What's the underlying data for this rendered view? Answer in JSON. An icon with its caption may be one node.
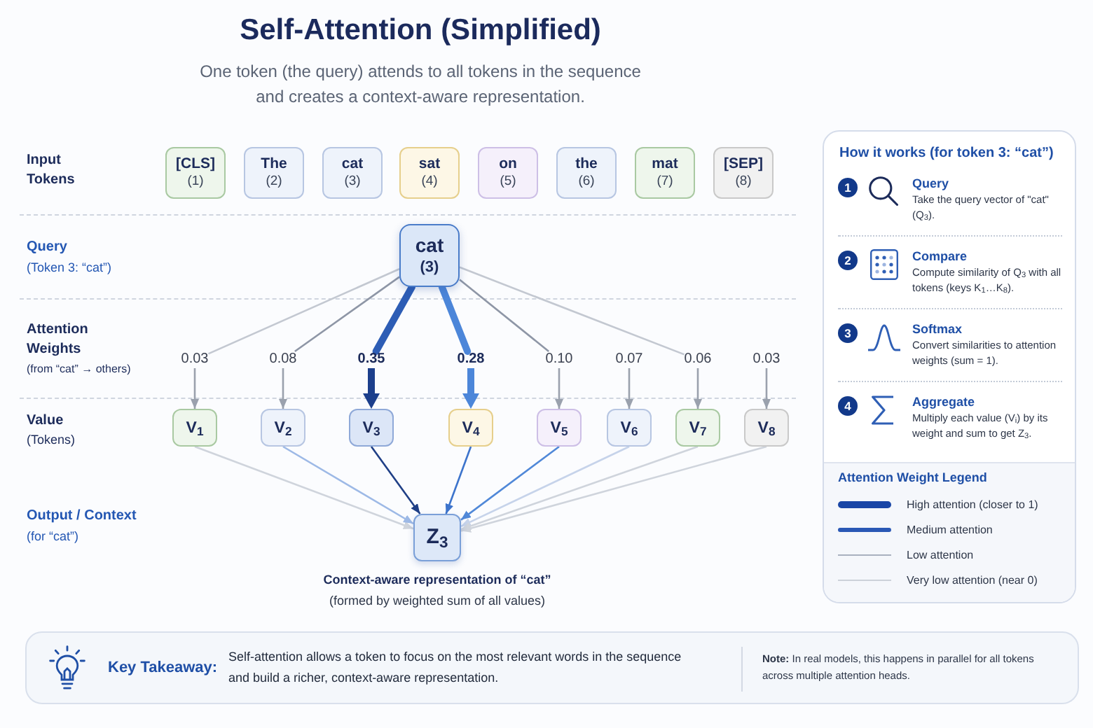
{
  "diagram": {
    "title": "Self-Attention (Simplified)",
    "nodes": [
      {
        "text": [
          "[CLS]",
          "(1)"
        ]
      },
      {
        "text": [
          "The",
          "(2)"
        ]
      },
      {
        "text": [
          "cat",
          "(3)"
        ]
      },
      {
        "text": [
          "sat",
          "(4)"
        ]
      },
      {
        "text": [
          "on",
          "(5)"
        ]
      },
      {
        "text": [
          "the",
          "(6)"
        ]
      },
      {
        "text": [
          "mat",
          "(7)"
        ]
      },
      {
        "text": [
          "[SEP]",
          "(8)"
        ]
      },
      {
        "text": [
          "cat",
          "(3)"
        ]
      },
      {
        "text": [
          "0.03"
        ]
      },
      {
        "text": [
          "0.08"
        ]
      },
      {
        "text": [
          "0.35"
        ]
      },
      {
        "text": [
          "0.28"
        ]
      },
      {
        "text": [
          "0.10"
        ]
      },
      {
        "text": [
          "0.07"
        ]
      },
      {
        "text": [
          "0.06"
        ]
      },
      {
        "text": [
          "0.03"
        ]
      },
      {
        "text": [
          "V$_{1}$"
        ]
      },
      {
        "text": [
          "V$_{2}$"
        ]
      },
      {
        "text": [
          "V$_{3}$"
        ]
      },
      {
        "text": [
          "V$_{4}$"
        ]
      },
      {
        "text": [
          "V$_{5}$"
        ]
      },
      {
        "text": [
          "V$_{6}$"
        ]
      },
      {
        "text": [
          "V$_{7}$"
        ]
      },
      {
        "text": [
          "V$_{8}$"
        ]
      },
      {
        "text": [
          "Z$_{3}$"
        ],
        "beside": [
          "Context-aware representation of “cat”",
          "(formed by weighted sum of all values)"
        ]
      },
      {
        "text": [
          "How it works (for token 3: “cat”)"
        ]
      },
      {
        "text": [
          "1"
        ],
        "in": 26,
        "beside": [
          "Query",
          "Take the query vector of \"cat\" (Q$_{3}$)."
        ]
      },
      {
        "text": [
          "2"
        ],
        "in": 26,
        "beside": [
          "Compare",
          "Compute similarity of Q$_{3}$ with all tokens (keys K$_{1}$…K$_{8}$)."
        ]
      },
      {
        "text": [
          "3"
        ],
        "in": 26,
        "beside": [
          "Softmax",
          "Convert similarities to attention weights (sum = 1)."
        ]
      },
      {
        "text": [
          "4"
        ],
        "in": 26,
        "beside": [
          "Aggregate",
          "Multiply each value (V$_{i}$) by its weight and sum to get Z$_{3}$."
        ]
      },
      {
        "text": [
          "Key Takeaway:",
          "Self-attention allows a token to focus on the most relevant words in the sequence and build a richer, context-aware representation.",
          "**Note:** In real models, this happens in parallel for all tokens across multiple attention heads."
        ]
      }
    ],
    "edges": [
      {
        "from": 8,
        "to": 9,
        "arrow": "none",
        "color": "#c3c8d1"
      },
      {
        "from": 8,
        "to": 10,
        "arrow": "none",
        "color": "#8e96a6"
      },
      {
        "from": 8,
        "to": 11,
        "arrow": "none",
        "style": "thick",
        "color": "#2d5db5"
      },
      {
        "from": 8,
        "to": 12,
        "arrow": "none",
        "style": "thick",
        "color": "#4c86d9"
      },
      {
        "from": 8,
        "to": 13,
        "arrow": "none",
        "color": "#8e96a6"
      },
      {
        "from": 8,
        "to": 15,
        "arrow": "none",
        "color": "#c3c8d1"
      },
      {
        "from": 9,
        "to": 17,
        "arrow": "to"
      },
      {
        "from": 10,
        "to": 18,
        "arrow": "to"
      },
      {
        "from": 11,
        "to": 19,
        "arrow": "to",
        "style": "thick",
        "color": "#1c3f8c"
      },
      {
        "from": 12,
        "to": 20,
        "arrow": "to",
        "style": "thick",
        "color": "#4c86d9"
      },
      {
        "from": 13,
        "to": 21,
        "arrow": "to"
      },
      {
        "from": 14,
        "to": 22,
        "arrow": "to"
      },
      {
        "from": 15,
        "to": 23,
        "arrow": "to"
      },
      {
        "from": 16,
        "to": 24,
        "arrow": "to"
      },
      {
        "from": 17,
        "to": 25,
        "arrow": "to",
        "color": "#cfd4dc"
      },
      {
        "from": 18,
        "to": 25,
        "arrow": "to",
        "color": "#9db9e6"
      },
      {
        "from": 19,
        "to": 25,
        "arrow": "to",
        "color": "#1f3f86"
      },
      {
        "from": 20,
        "to": 25,
        "arrow": "to",
        "color": "#3d74cc"
      },
      {
        "from": 21,
        "to": 25,
        "arrow": "to",
        "color": "#5088d8"
      },
      {
        "from": 22,
        "to": 25,
        "arrow": "to",
        "color": "#c6d3ea"
      },
      {
        "from": 23,
        "to": 25,
        "arrow": "to",
        "color": "#cfd4dc"
      },
      {
        "from": 24,
        "to": 25,
        "arrow": "to",
        "color": "#cfd4dc"
      }
    ],
    "labels": [
      "One token (the query) attends to all tokens in the sequence and creates a context-aware representation.",
      "Input Tokens",
      "Query",
      "(Token 3: “cat”)",
      "Attention Weights",
      "(from “cat” → others)",
      "Value",
      "(Tokens)",
      "Output / Context",
      "(for “cat”)",
      "Attention Weight Legend"
    ],
    "legend": [
      {
        "text": "High attention (closer to 1)"
      },
      {
        "text": "Medium attention"
      },
      {
        "text": "Low attention"
      },
      {
        "text": "Very low attention (near 0)"
      }
    ]
  }
}
